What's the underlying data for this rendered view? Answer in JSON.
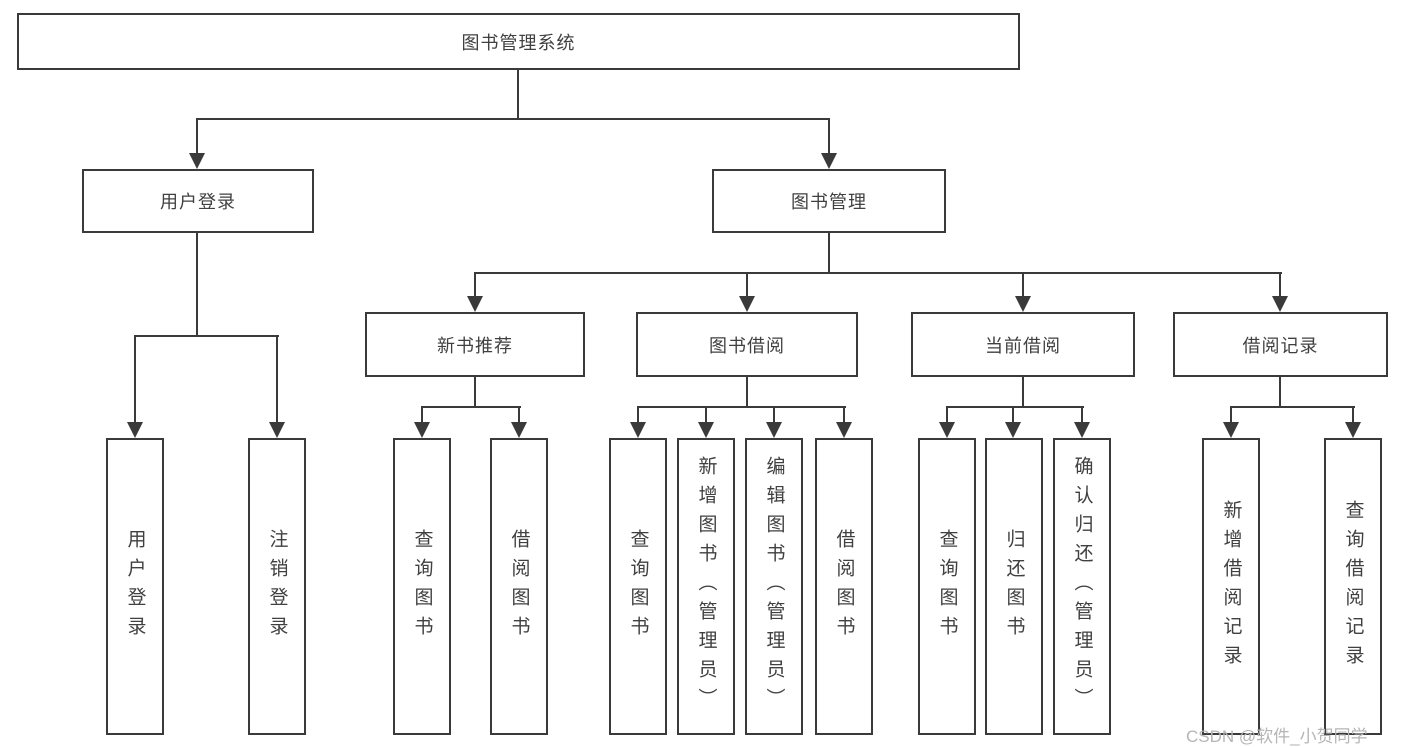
{
  "colors": {
    "background": "#ffffff",
    "box_border": "#3a3a3a",
    "connector_line": "#3a3a3a",
    "label_text": "#404040",
    "watermark_text": "#b5b5b5"
  },
  "tree": {
    "label": "图书管理系统",
    "children": [
      {
        "label": "用户登录",
        "children": [
          {
            "label": "用户登录"
          },
          {
            "label": "注销登录"
          }
        ]
      },
      {
        "label": "图书管理",
        "children": [
          {
            "label": "新书推荐",
            "children": [
              {
                "label": "查询图书"
              },
              {
                "label": "借阅图书"
              }
            ]
          },
          {
            "label": "图书借阅",
            "children": [
              {
                "label": "查询图书"
              },
              {
                "label": "新增图书（管理员）"
              },
              {
                "label": "编辑图书（管理员）"
              },
              {
                "label": "借阅图书"
              }
            ]
          },
          {
            "label": "当前借阅",
            "children": [
              {
                "label": "查询图书"
              },
              {
                "label": "归还图书"
              },
              {
                "label": "确认归还（管理员）"
              }
            ]
          },
          {
            "label": "借阅记录",
            "children": [
              {
                "label": "新增借阅记录"
              },
              {
                "label": "查询借阅记录"
              }
            ]
          }
        ]
      }
    ]
  },
  "watermark": {
    "text": "CSDN @软件_小贺同学"
  }
}
